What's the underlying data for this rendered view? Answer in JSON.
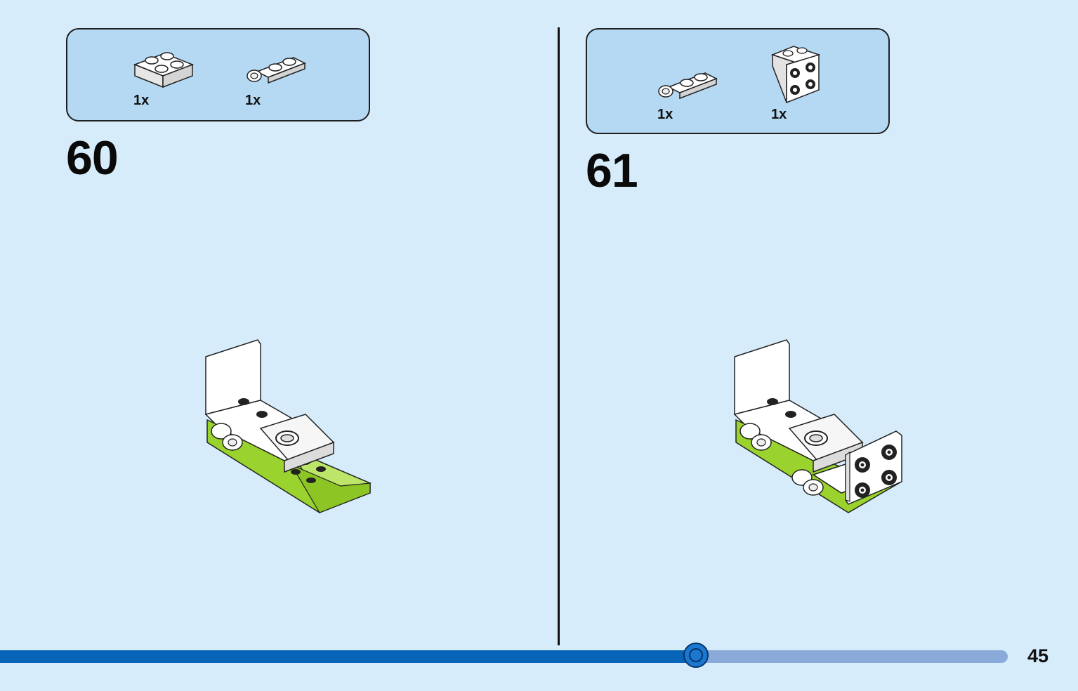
{
  "steps": [
    {
      "number": "60",
      "parts": [
        {
          "icon": "plate-2x2-white-icon",
          "qty": "1x"
        },
        {
          "icon": "plate-clip-1x2-white-icon",
          "qty": "1x"
        }
      ]
    },
    {
      "number": "61",
      "parts": [
        {
          "icon": "plate-clip-1x2-white-icon",
          "qty": "1x"
        },
        {
          "icon": "bracket-1x2-2x2-white-icon",
          "qty": "1x"
        }
      ]
    }
  ],
  "page_number": "45",
  "progress": {
    "fraction": 0.647
  },
  "colors": {
    "background": "#d6ecfa",
    "parts_box": "#b5d8f3",
    "progress_done": "#0864b6",
    "progress_rest": "#8aaad9",
    "lime": "#9ad32e"
  }
}
